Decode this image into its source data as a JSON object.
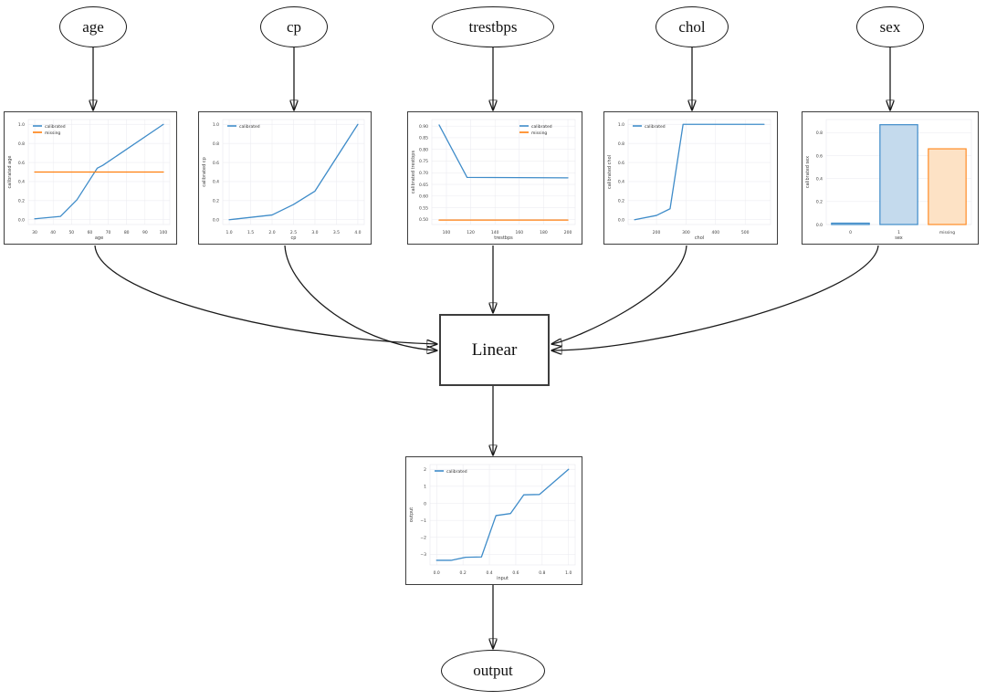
{
  "diagram": {
    "input_nodes": [
      {
        "id": "age",
        "label": "age"
      },
      {
        "id": "cp",
        "label": "cp"
      },
      {
        "id": "trestbps",
        "label": "trestbps"
      },
      {
        "id": "chol",
        "label": "chol"
      },
      {
        "id": "sex",
        "label": "sex"
      }
    ],
    "linear_node": {
      "label": "Linear"
    },
    "output_node": {
      "label": "output"
    }
  },
  "colors": {
    "calibrated_line": "#3f8cc9",
    "missing_line": "#ff7f0e",
    "bar_fill_blue": "#c4daed",
    "bar_fill_orange": "#fde2c5",
    "bar_stroke_blue": "#3f8cc9",
    "bar_stroke_orange": "#ff8c26",
    "edge": "#1a1a1a",
    "panel_border": "#3d3d3d"
  },
  "chart_data": [
    {
      "id": "age",
      "type": "line",
      "xlabel": "age",
      "ylabel": "calibrated age",
      "xlim": [
        26.5,
        103.5
      ],
      "ylim": [
        -0.05,
        1.05
      ],
      "xticks": [
        30,
        40,
        50,
        60,
        70,
        80,
        90,
        100
      ],
      "xtick_labels": [
        "30",
        "40",
        "50",
        "60",
        "70",
        "80",
        "90",
        "100"
      ],
      "yticks": [
        0.0,
        0.2,
        0.4,
        0.6,
        0.8,
        1.0
      ],
      "ytick_labels": [
        "0.0",
        "0.2",
        "0.4",
        "0.6",
        "0.8",
        "1.0"
      ],
      "grid": true,
      "legend": {
        "position": "upper-left",
        "entries": [
          {
            "name": "calibrated",
            "color": "#3f8cc9"
          },
          {
            "name": "missing",
            "color": "#ff7f0e"
          }
        ]
      },
      "series": [
        {
          "name": "calibrated",
          "color": "#3f8cc9",
          "x": [
            30,
            44,
            53,
            64,
            67,
            100
          ],
          "y": [
            0.01,
            0.035,
            0.21,
            0.54,
            0.57,
            1.0
          ]
        },
        {
          "name": "missing",
          "color": "#ff7f0e",
          "x": [
            30,
            100
          ],
          "y": [
            0.5,
            0.5
          ]
        }
      ]
    },
    {
      "id": "cp",
      "type": "line",
      "xlabel": "cp",
      "ylabel": "calibrated cp",
      "xlim": [
        0.85,
        4.15
      ],
      "ylim": [
        -0.05,
        1.05
      ],
      "xticks": [
        1.0,
        1.5,
        2.0,
        2.5,
        3.0,
        3.5,
        4.0
      ],
      "xtick_labels": [
        "1.0",
        "1.5",
        "2.0",
        "2.5",
        "3.0",
        "3.5",
        "4.0"
      ],
      "yticks": [
        0.0,
        0.2,
        0.4,
        0.6,
        0.8,
        1.0
      ],
      "ytick_labels": [
        "0.0",
        "0.2",
        "0.4",
        "0.6",
        "0.8",
        "1.0"
      ],
      "grid": true,
      "legend": {
        "position": "upper-left",
        "entries": [
          {
            "name": "calibrated",
            "color": "#3f8cc9"
          }
        ]
      },
      "series": [
        {
          "name": "calibrated",
          "color": "#3f8cc9",
          "x": [
            1.0,
            2.0,
            2.5,
            3.0,
            4.0
          ],
          "y": [
            0.0,
            0.05,
            0.16,
            0.3,
            1.0
          ]
        }
      ]
    },
    {
      "id": "trestbps",
      "type": "line",
      "xlabel": "trestbps",
      "ylabel": "calibrated trestbps",
      "xlim": [
        88,
        206
      ],
      "ylim": [
        0.478,
        0.928
      ],
      "xticks": [
        100,
        120,
        140,
        160,
        180,
        200
      ],
      "xtick_labels": [
        "100",
        "120",
        "140",
        "160",
        "180",
        "200"
      ],
      "yticks": [
        0.5,
        0.55,
        0.6,
        0.65,
        0.7,
        0.75,
        0.8,
        0.85,
        0.9
      ],
      "ytick_labels": [
        "0.50",
        "0.55",
        "0.60",
        "0.65",
        "0.70",
        "0.75",
        "0.80",
        "0.85",
        "0.90"
      ],
      "grid": true,
      "legend": {
        "position": "upper-right",
        "entries": [
          {
            "name": "calibrated",
            "color": "#3f8cc9"
          },
          {
            "name": "missing",
            "color": "#ff7f0e"
          }
        ]
      },
      "series": [
        {
          "name": "calibrated",
          "color": "#3f8cc9",
          "x": [
            94,
            117,
            200
          ],
          "y": [
            0.905,
            0.68,
            0.678
          ]
        },
        {
          "name": "missing",
          "color": "#ff7f0e",
          "x": [
            94,
            200
          ],
          "y": [
            0.497,
            0.497
          ]
        }
      ]
    },
    {
      "id": "chol",
      "type": "line",
      "xlabel": "chol",
      "ylabel": "calibrated chol",
      "xlim": [
        104,
        586
      ],
      "ylim": [
        -0.05,
        1.05
      ],
      "xticks": [
        200,
        300,
        400,
        500
      ],
      "xtick_labels": [
        "200",
        "300",
        "400",
        "500"
      ],
      "yticks": [
        0.0,
        0.2,
        0.4,
        0.6,
        0.8,
        1.0
      ],
      "ytick_labels": [
        "0.0",
        "0.2",
        "0.4",
        "0.6",
        "0.8",
        "1.0"
      ],
      "grid": true,
      "legend": {
        "position": "upper-left",
        "entries": [
          {
            "name": "calibrated",
            "color": "#3f8cc9"
          }
        ]
      },
      "series": [
        {
          "name": "calibrated",
          "color": "#3f8cc9",
          "x": [
            126,
            200,
            246,
            290,
            564
          ],
          "y": [
            0.0,
            0.045,
            0.115,
            1.0,
            1.0
          ]
        }
      ]
    },
    {
      "id": "sex",
      "type": "bar",
      "xlabel": "sex",
      "ylabel": "calibrated sex",
      "ylim": [
        0,
        0.915
      ],
      "categories": [
        "0",
        "1",
        "missing"
      ],
      "values": [
        0.012,
        0.87,
        0.66
      ],
      "yticks": [
        0.0,
        0.2,
        0.4,
        0.6,
        0.8
      ],
      "ytick_labels": [
        "0.0",
        "0.2",
        "0.4",
        "0.6",
        "0.8"
      ],
      "grid": true,
      "bar_fill": [
        "#c4daed",
        "#c4daed",
        "#fde2c5"
      ],
      "bar_stroke": [
        "#3f8cc9",
        "#3f8cc9",
        "#ff8c26"
      ]
    },
    {
      "id": "output",
      "type": "line",
      "xlabel": "input",
      "ylabel": "output",
      "xlim": [
        -0.05,
        1.05
      ],
      "ylim": [
        -3.62,
        2.28
      ],
      "xticks": [
        0.0,
        0.2,
        0.4,
        0.6,
        0.8,
        1.0
      ],
      "xtick_labels": [
        "0.0",
        "0.2",
        "0.4",
        "0.6",
        "0.8",
        "1.0"
      ],
      "yticks": [
        2,
        1,
        0,
        -1,
        -2,
        -3
      ],
      "ytick_labels": [
        "2",
        "1",
        "0",
        "−1",
        "−2",
        "−3"
      ],
      "grid": true,
      "legend": {
        "position": "upper-left",
        "entries": [
          {
            "name": "calibrated",
            "color": "#3f8cc9"
          }
        ]
      },
      "series": [
        {
          "name": "calibrated",
          "color": "#3f8cc9",
          "x": [
            0.0,
            0.11,
            0.22,
            0.34,
            0.45,
            0.56,
            0.66,
            0.78,
            1.0
          ],
          "y": [
            -3.35,
            -3.35,
            -3.17,
            -3.15,
            -0.72,
            -0.6,
            0.5,
            0.52,
            2.0
          ]
        }
      ]
    }
  ]
}
